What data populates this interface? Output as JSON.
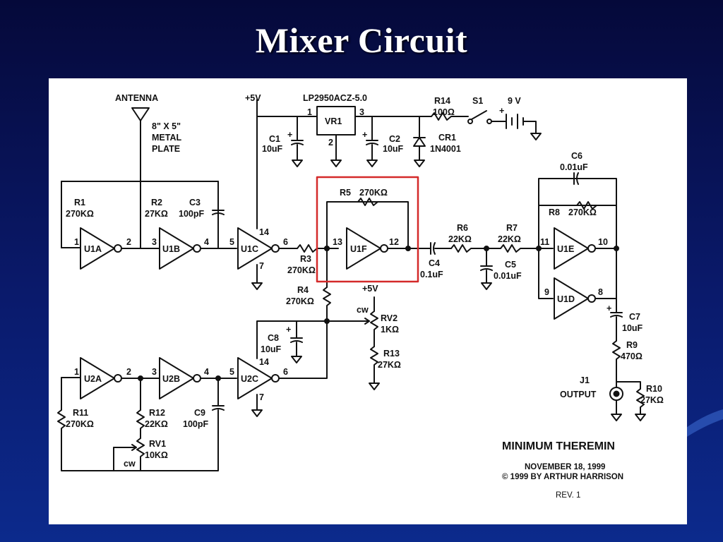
{
  "slide": {
    "title": "Mixer Circuit"
  },
  "labels": {
    "antenna": "ANTENNA",
    "plate_line1": "8\" X 5\"",
    "plate_line2": "METAL",
    "plate_line3": "PLATE",
    "supply_vcc": "+5V",
    "regulator": "LP2950ACZ-5.0",
    "vr1": "VR1",
    "vr1_pin1": "1",
    "vr1_pin2": "2",
    "vr1_pin3": "3",
    "c1": "C1",
    "c1_val": "10uF",
    "c2": "C2",
    "c2_val": "10uF",
    "cr1": "CR1",
    "cr1_val": "1N4001",
    "r14": "R14",
    "r14_val": "100Ω",
    "s1": "S1",
    "battery": "9 V",
    "r1": "R1",
    "r1_val": "270KΩ",
    "r2": "R2",
    "r2_val": "27KΩ",
    "c3": "C3",
    "c3_val": "100pF",
    "u1a": "U1A",
    "u1b": "U1B",
    "u1c": "U1C",
    "u1f": "U1F",
    "u1e": "U1E",
    "u1d": "U1D",
    "u2a": "U2A",
    "u2b": "U2B",
    "u2c": "U2C",
    "pin1": "1",
    "pin2": "2",
    "pin3": "3",
    "pin4": "4",
    "pin5": "5",
    "pin6": "6",
    "pin7": "7",
    "pin8": "8",
    "pin9": "9",
    "pin10": "10",
    "pin11": "11",
    "pin12": "12",
    "pin13": "13",
    "pin14": "14",
    "r3": "R3",
    "r3_val": "270KΩ",
    "r4": "R4",
    "r4_val": "270KΩ",
    "r5": "R5",
    "r5_val": "270KΩ",
    "c4": "C4",
    "c4_val": "0.1uF",
    "r6": "R6",
    "r6_val": "22KΩ",
    "r7": "R7",
    "r7_val": "22KΩ",
    "c5": "C5",
    "c5_val": "0.01uF",
    "c6": "C6",
    "c6_val": "0.01uF",
    "r8": "R8",
    "r8_val": "270KΩ",
    "c7": "C7",
    "c7_val": "10uF",
    "r9": "R9",
    "r9_val": "470Ω",
    "r10": "R10",
    "r10_val": "27KΩ",
    "j1": "J1",
    "output": "OUTPUT",
    "rv2": "RV2",
    "rv2_val": "1KΩ",
    "cw": "cw",
    "r13": "R13",
    "r13_val": "27KΩ",
    "c8": "C8",
    "c8_val": "10uF",
    "r11": "R11",
    "r11_val": "270KΩ",
    "r12": "R12",
    "r12_val": "22KΩ",
    "c9": "C9",
    "c9_val": "100pF",
    "rv1": "RV1",
    "rv1_val": "10KΩ",
    "plus": "+"
  },
  "credits": {
    "project_title": "MINIMUM THEREMIN",
    "date": "NOVEMBER 18, 1999",
    "copyright": "© 1999 BY ARTHUR HARRISON",
    "revision": "REV. 1"
  },
  "colors": {
    "highlight_box": "#d42a2a",
    "background_top": "#05093a",
    "background_bottom": "#0c2a8c"
  }
}
